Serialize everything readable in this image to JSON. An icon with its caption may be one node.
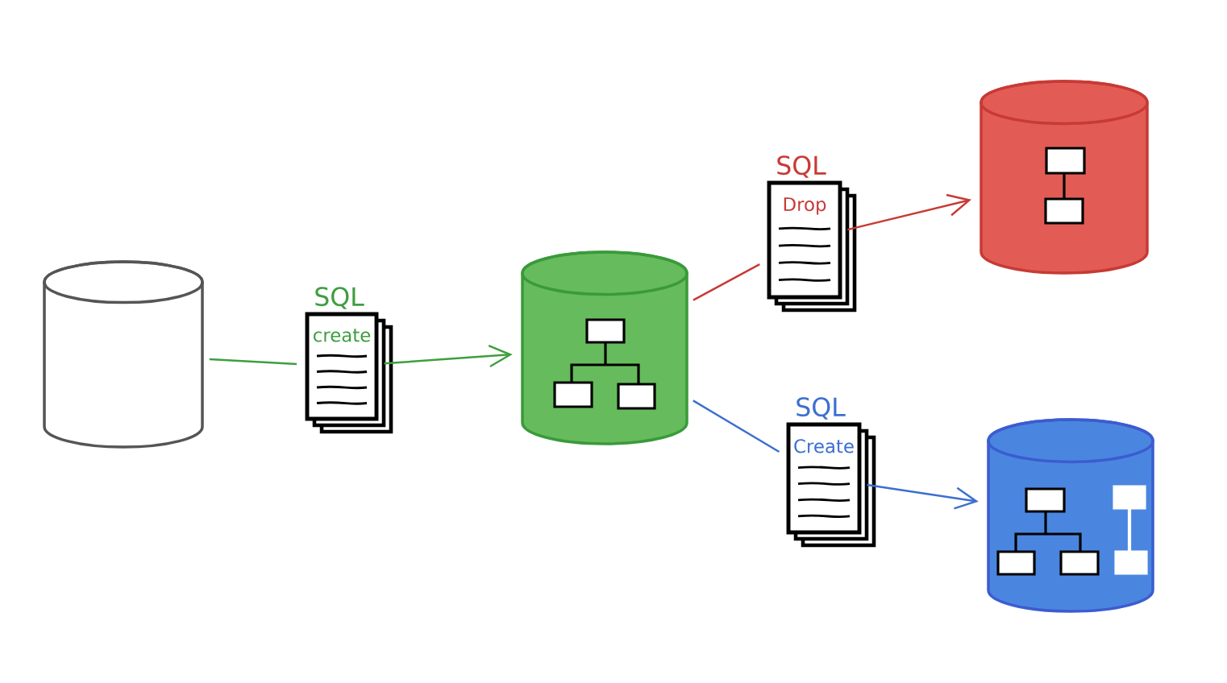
{
  "diagram": {
    "nodes": [
      {
        "text": [],
        "shape": "cylinder"
      },
      {
        "text": [
          "SQL",
          "create"
        ]
      },
      {
        "text": [],
        "shape": "cylinder"
      },
      {
        "text": [
          "SQL",
          "Drop"
        ]
      },
      {
        "text": [],
        "shape": "cylinder"
      },
      {
        "text": [
          "SQL",
          "Create"
        ]
      },
      {
        "text": [],
        "shape": "cylinder"
      }
    ],
    "edges": [
      {
        "from": 0,
        "to": 1,
        "arrow": "none",
        "color": "#3f9e3f"
      },
      {
        "from": 1,
        "to": 2,
        "arrow": "to",
        "color": "#3f9e3f"
      },
      {
        "from": 2,
        "to": 3,
        "arrow": "none",
        "color": "#c83a35"
      },
      {
        "from": 3,
        "to": 4,
        "arrow": "to",
        "color": "#c83a35"
      },
      {
        "from": 2,
        "to": 5,
        "arrow": "none",
        "color": "#3c6fd0"
      },
      {
        "from": 5,
        "to": 6,
        "arrow": "to",
        "color": "#3c6fd0"
      }
    ]
  }
}
